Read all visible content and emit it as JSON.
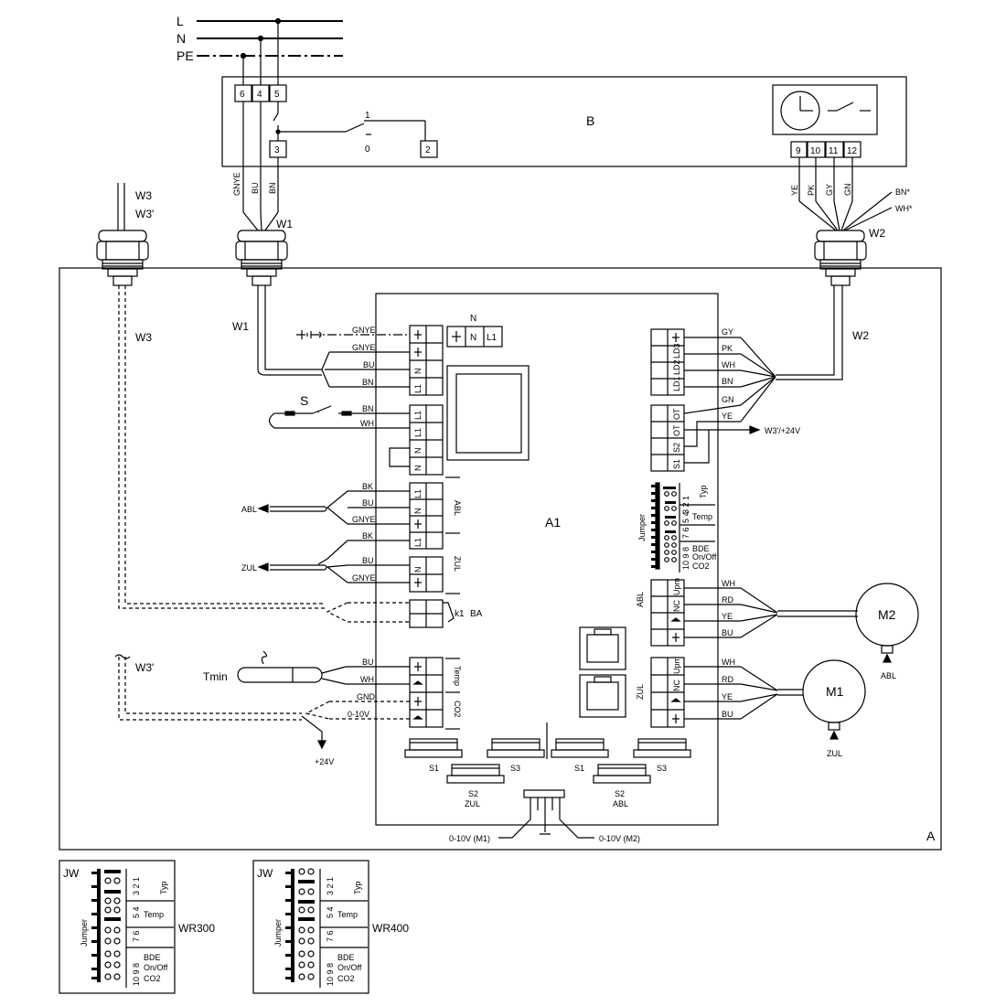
{
  "mains": {
    "L": "L",
    "N": "N",
    "PE": "PE"
  },
  "box_b": {
    "label": "B",
    "terminals": [
      "6",
      "4",
      "5",
      "3",
      "2"
    ],
    "switch_labels": {
      "one": "1",
      "zero": "0"
    },
    "timer_terminals": [
      "9",
      "10",
      "11",
      "12"
    ]
  },
  "cable_w1": {
    "label": "W1",
    "wires": [
      "GNYE",
      "BU",
      "BN"
    ]
  },
  "cable_w2": {
    "label": "W2",
    "wires": [
      "YE",
      "PK",
      "GY",
      "GN"
    ],
    "extra": [
      "BN*",
      "WH*"
    ]
  },
  "cable_w3": {
    "label_a": "W3",
    "label_b": "W3'"
  },
  "housing_a": {
    "label": "A"
  },
  "board_a1": {
    "label": "A1",
    "supply_header": "N",
    "supply_pins": [
      "N",
      "L1"
    ]
  },
  "left_power": {
    "label": "W1",
    "wires": [
      "GNYE",
      "GNYE",
      "BU",
      "BN"
    ],
    "pins": [
      "N",
      "L1"
    ]
  },
  "switch_s": {
    "label": "S",
    "wires": [
      "BN",
      "WH"
    ],
    "pins": [
      "L1",
      "L1",
      "N",
      "N"
    ]
  },
  "abl_conn": {
    "arrow_label": "ABL",
    "wires": [
      "BK",
      "BU",
      "GNYE",
      "BK"
    ],
    "pins": [
      "L1",
      "N",
      "L1"
    ],
    "side_label": "ABL"
  },
  "zul_conn": {
    "arrow_label": "ZUL",
    "wires": [
      "BU",
      "GNYE"
    ],
    "pins": [
      "N"
    ],
    "side_label": "ZUL"
  },
  "relay": {
    "label": "k1",
    "side_label": "BA"
  },
  "w3_mid": {
    "label": "W3"
  },
  "tmin": {
    "label": "Tmin",
    "w3p": "W3'",
    "wires": [
      "BU",
      "WH",
      "GND",
      "0-10V"
    ],
    "side_labels": [
      "Temp",
      "CO2"
    ],
    "supply": "+24V"
  },
  "right_leds": {
    "pins": [
      "LD3",
      "LD2",
      "LD1"
    ],
    "wires": [
      "GY",
      "PK",
      "WH",
      "BN",
      "GN",
      "YE"
    ],
    "w2": "W2"
  },
  "right_ot": {
    "pins": [
      "OT",
      "OT",
      "S2",
      "S1"
    ],
    "out_label": "W3'/+24V"
  },
  "jumper_block": {
    "title": "Jumper",
    "nums": [
      "3 2 1",
      "5 4",
      "7 6",
      "10 9 8"
    ],
    "labels": [
      "Typ",
      "Temp",
      "BDE",
      "On/Off",
      "CO2"
    ]
  },
  "motor_m2": {
    "label": "M2",
    "side": "ABL",
    "sub": "ABL",
    "pins": [
      "Upm",
      "NC"
    ],
    "wires": [
      "WH",
      "RD",
      "YE",
      "BU"
    ]
  },
  "motor_m1": {
    "label": "M1",
    "side": "ZUL",
    "sub": "ZUL",
    "pins": [
      "Upm",
      "NC"
    ],
    "wires": [
      "WH",
      "RD",
      "YE",
      "BU"
    ]
  },
  "buttons": {
    "s1a": "S1",
    "s3a": "S3",
    "s2a": "S2",
    "zul": "ZUL",
    "s1b": "S1",
    "s3b": "S3",
    "s2b": "S2",
    "abl": "ABL"
  },
  "analog_out": {
    "m1": "0-10V (M1)",
    "m2": "0-10V (M2)",
    "gnd": "⊥"
  },
  "legend_wr300": {
    "jw": "JW",
    "title": "Jumper",
    "model": "WR300"
  },
  "legend_wr400": {
    "jw": "JW",
    "title": "Jumper",
    "model": "WR400"
  },
  "legend_nums": [
    "3 2 1",
    "5 4",
    "7 6",
    "10 9 8"
  ],
  "legend_labels": [
    "Typ",
    "Temp",
    "BDE",
    "On/Off",
    "CO2"
  ]
}
